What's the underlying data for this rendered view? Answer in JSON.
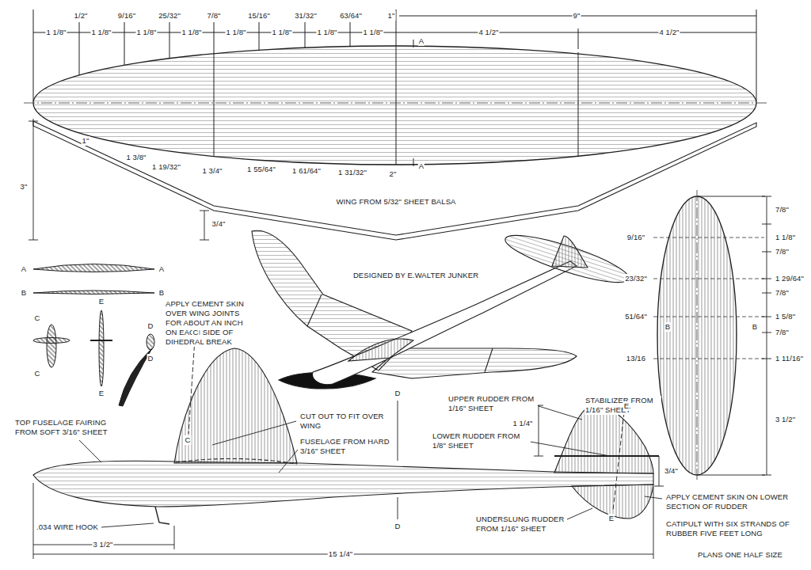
{
  "diagram": {
    "labels": [
      "1/2\"",
      "9/16\"",
      "25/32\"",
      "7/8\"",
      "15/16\"",
      "31/32\"",
      "63/64\"",
      "1\"",
      "9\"",
      "1 1/8\"",
      "1 1/8\"",
      "1 1/8\"",
      "1 1/8\"",
      "1 1/8\"",
      "1 1/8\"",
      "1 1/8\"",
      "1 1/8\"",
      "4 1/2\"",
      "4 1/2\"",
      "A",
      "1\"",
      "1 3/8\"",
      "1 19/32\"",
      "1 3/4\"",
      "1 55/64\"",
      "1 61/64\"",
      "1 31/32\"",
      "2\"",
      "A",
      "3\"",
      "3/4\"",
      "WING FROM 5/32\" SHEET BALSA",
      "A",
      "A",
      "B",
      "B",
      "APPLY CEMENT SKIN OVER WING JOINTS FOR ABOUT AN INCH ON EACH SIDE OF DIHEDRAL BREAK",
      "C",
      "C",
      "E",
      "E",
      "D",
      "D",
      "DESIGNED BY E.WALTER JUNKER",
      "9/16\"",
      "23/32\"",
      "51/64\"",
      "13/16",
      "B",
      "B",
      "7/8\"",
      "1 1/8\"",
      "7/8\"",
      "1 29/64\"",
      "7/8\"",
      "1 5/8\"",
      "7/8\"",
      "1 11/16\"",
      "3 1/2\"",
      "STABILIZER FROM 1/16\" SHEET",
      "TOP FUSELAGE FAIRING FROM SOFT 3/16\" SHEET",
      "C",
      "CUT OUT TO FIT OVER WING",
      "FUSELAGE FROM HARD 3/16\" SHEET",
      "C",
      "D",
      "UPPER RUDDER FROM 1/16\" SHEET",
      "1 1/4\"",
      "E",
      "LOWER RUDDER FROM 1/8\" SHEET",
      "3/4\"",
      "APPLY CEMENT SKIN ON LOWER SECTION OF RUDDER",
      "UNDERSLUNG RUDDER FROM 1/16\" SHEET",
      "E",
      "D",
      ".034 WIRE HOOK",
      "CATIPULT WITH SIX STRANDS OF RUBBER FIVE FEET LONG",
      "3 1/2\"",
      "15 1/4\"",
      "PLANS ONE HALF SIZE"
    ]
  }
}
